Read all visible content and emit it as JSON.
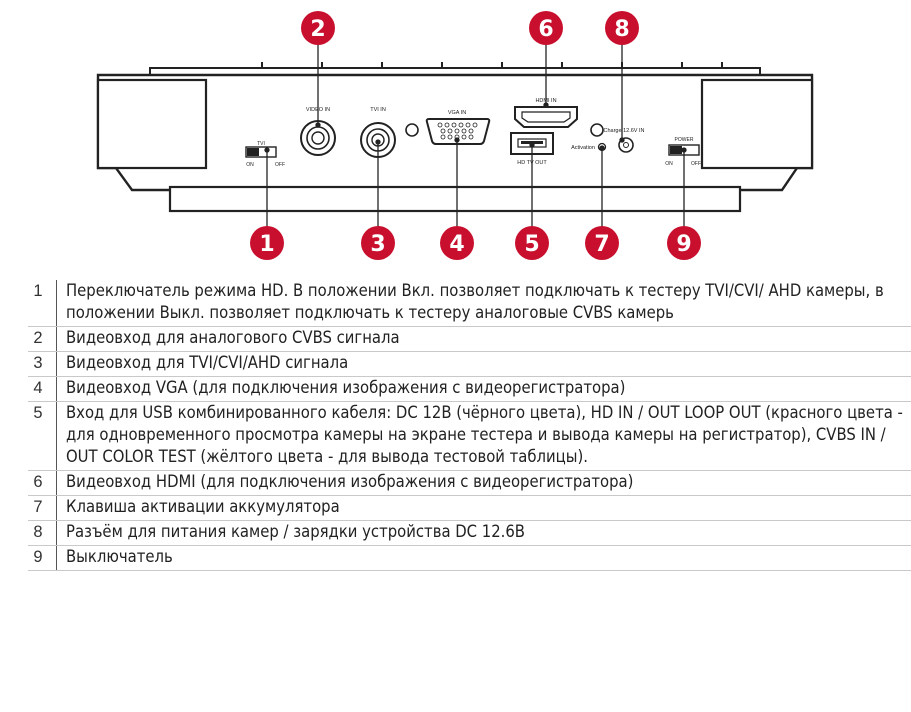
{
  "device": {
    "ports": {
      "video_in": "VIDEO IN",
      "tvi_in": "TVI IN",
      "vga_in": "VGA IN",
      "hdmi_in": "HDMI IN",
      "hd_tv_out": "HD TV   OUT",
      "activation": "Activation",
      "charge": "Charge 12.6V IN"
    },
    "switches": {
      "tvi": {
        "title": "TVI",
        "on": "ON",
        "off": "OFF"
      },
      "power": {
        "title": "POWER",
        "on": "ON",
        "off": "OFF"
      }
    },
    "badge_color": "#c8102e"
  },
  "callouts": [
    "1",
    "2",
    "3",
    "4",
    "5",
    "6",
    "7",
    "8",
    "9"
  ],
  "legend": [
    {
      "num": "1",
      "text": "Переключатель режима HD. В положении Вкл. позволяет подключать к тестеру TVI/CVI/ AHD камеры, в положении Выкл. позволяет подключать к тестеру аналоговые CVBS камерь"
    },
    {
      "num": "2",
      "text": "Видеовход для аналогового CVBS сигнала"
    },
    {
      "num": "3",
      "text": "Видеовход  для TVI/CVI/AHD сигнала"
    },
    {
      "num": "4",
      "text": "Видеовход VGA (для подключения изображения с видеорегистратора)"
    },
    {
      "num": "5",
      "text": "Вход для USB комбинированного кабеля: DC 12В (чёрного цвета), HD IN / OUT LOOP OUT (красного цвета - для одновременного просмотра камеры на экране тестера и вывода камеры на регистратор), CVBS IN / OUT COLOR TEST (жёлтого цвета - для вывода тестовой таблицы)."
    },
    {
      "num": "6",
      "text": "Видеовход HDMI (для подключения изображения с видеорегистратора)"
    },
    {
      "num": "7",
      "text": "Клавиша активации аккумулятора"
    },
    {
      "num": "8",
      "text": "Разъём для питания камер / зарядки устройства DC 12.6В"
    },
    {
      "num": "9",
      "text": "Выключатель"
    }
  ]
}
